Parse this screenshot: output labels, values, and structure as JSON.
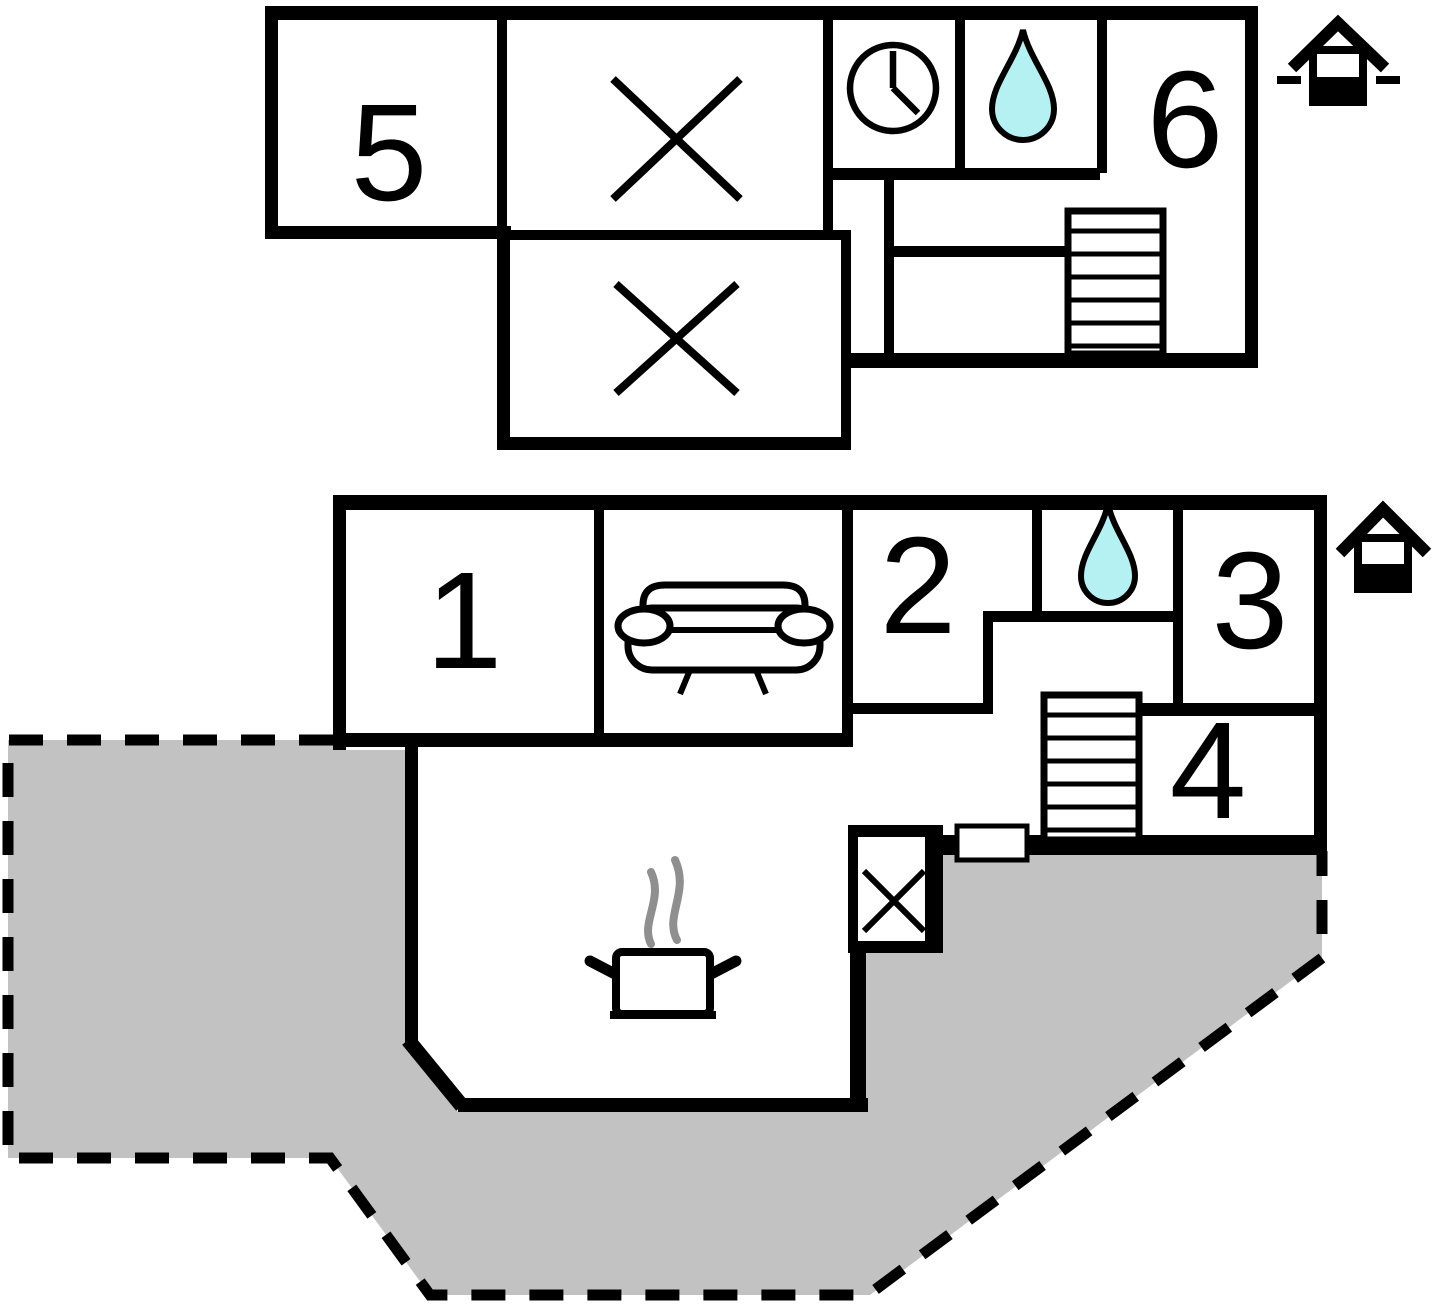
{
  "document": {
    "type": "floor-plan",
    "floors": [
      {
        "name": "upper-floor",
        "rooms": [
          "5",
          "6"
        ],
        "features": [
          "clock-icon",
          "water-drop-icon",
          "staircase",
          "two-crossed-out-areas"
        ]
      },
      {
        "name": "ground-floor",
        "rooms": [
          "1",
          "2",
          "3",
          "4"
        ],
        "features": [
          "sofa-icon",
          "water-drop-icon",
          "staircase",
          "cooking-pot-icon",
          "crossed-out-utility-box",
          "entrance-door",
          "terrace-area"
        ]
      }
    ]
  },
  "labels": {
    "room1": "1",
    "room2": "2",
    "room3": "3",
    "room4": "4",
    "room5": "5",
    "room6": "6"
  },
  "icons": {
    "clock": "clock-icon",
    "water_drop_upper": "water-drop-icon",
    "water_drop_lower": "water-drop-icon",
    "sofa": "sofa-icon",
    "pot": "cooking-pot-icon",
    "stairs_upper": "stairs-icon",
    "stairs_lower": "stairs-icon",
    "cross_upper_1": "crossed-out-area",
    "cross_upper_2": "crossed-out-area",
    "cross_small": "crossed-out-area",
    "level_indicator_upper": "house-level-indicator-with-dashes",
    "level_indicator_lower": "house-level-indicator"
  },
  "colors": {
    "wall": "#000000",
    "background": "#ffffff",
    "terrace": "#c2c2c2",
    "water": "#b5f1f3",
    "steam": "#8f8f8f"
  }
}
